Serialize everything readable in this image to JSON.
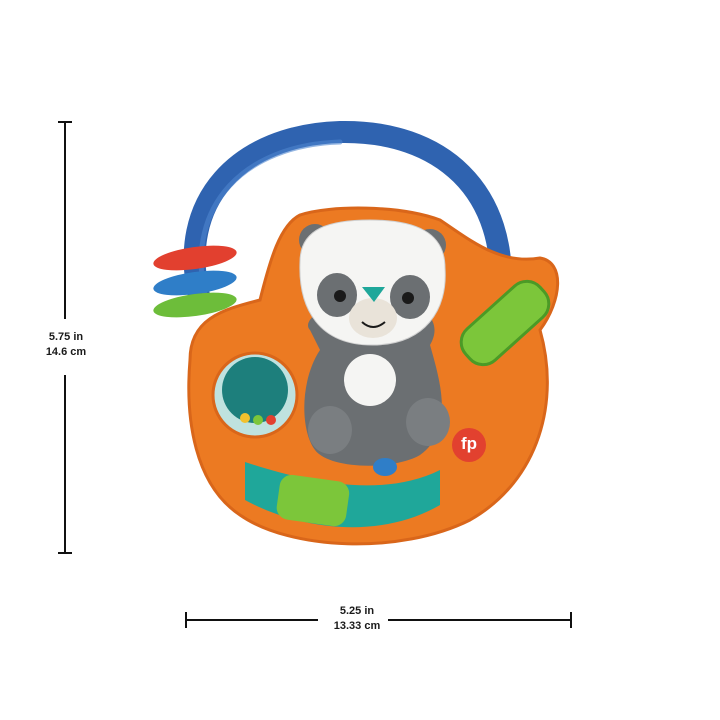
{
  "dimensions": {
    "height": {
      "inches": "5.75 in",
      "cm": "14.6 cm"
    },
    "width": {
      "inches": "5.25 in",
      "cm": "13.33 cm"
    }
  },
  "product": {
    "logo_text": "fp",
    "colors": {
      "handle": "#2f63b0",
      "body": "#ec7a22",
      "panda_gray": "#6b6f72",
      "panda_white": "#f5f5f3",
      "green_button": "#7cc63a",
      "teal": "#1fa79a",
      "logo_red": "#e2412f",
      "ring_red": "#e2402f",
      "ring_blue": "#2f7ec8",
      "ring_green": "#6dbd3a"
    }
  }
}
